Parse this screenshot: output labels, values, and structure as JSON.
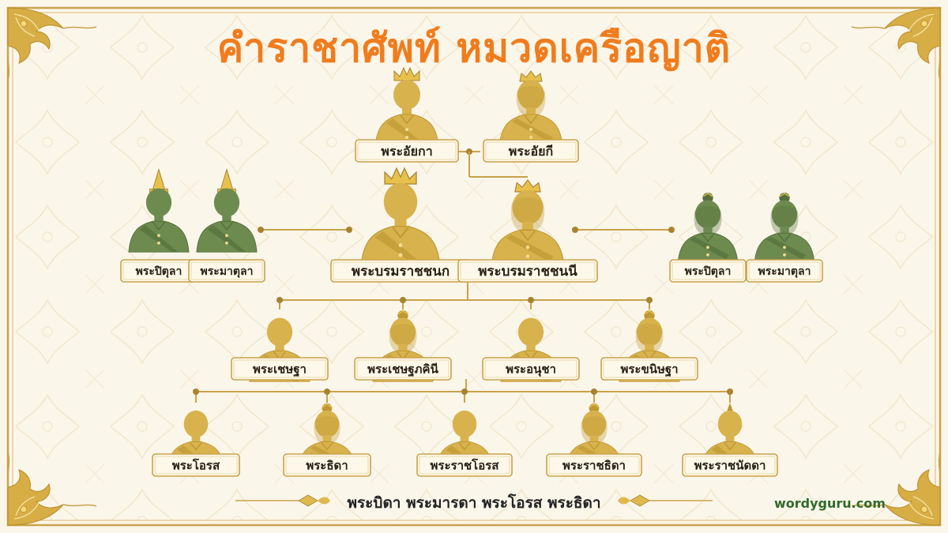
{
  "title": "คำราชาศัพท์ หมวดเครือญาติ",
  "footer": "พระบิดา พระมารดา พระโอรส พระธิดา",
  "brand": "wordyguru.com",
  "colors": {
    "title": "#f07c1d",
    "gold": "#c9a24a",
    "goldDark": "#a8832e",
    "gold_figure": "#d8b24c",
    "gold_figure_dark": "#bf9833",
    "green_figure": "#6d8b4f",
    "green_figure_dark": "#55703c",
    "label_bg": "#fdf8ea",
    "label_text": "#2a2016",
    "line": "#c9a24a"
  },
  "members": [
    {
      "id": "grandfather",
      "label": "พระอัยกา",
      "tone": "gold",
      "sex": "m",
      "crown": "crown"
    },
    {
      "id": "grandmother",
      "label": "พระอัยกี",
      "tone": "gold",
      "sex": "f",
      "crown": "tiara"
    },
    {
      "id": "uncle_left",
      "label": "พระปิตุลา",
      "tone": "green",
      "sex": "m",
      "crown": "spire"
    },
    {
      "id": "aunt_left",
      "label": "พระมาตุลา",
      "tone": "green",
      "sex": "m",
      "crown": "spire"
    },
    {
      "id": "father",
      "label": "พระบรมราชชนก",
      "tone": "gold",
      "sex": "m",
      "crown": "crown"
    },
    {
      "id": "mother",
      "label": "พระบรมราชชนนี",
      "tone": "gold",
      "sex": "f",
      "crown": "tiara"
    },
    {
      "id": "uncle_right",
      "label": "พระปิตุลา",
      "tone": "green",
      "sex": "f",
      "crown": "bun"
    },
    {
      "id": "aunt_right",
      "label": "พระมาตุลา",
      "tone": "green",
      "sex": "f",
      "crown": "bun"
    },
    {
      "id": "elder_brother",
      "label": "พระเชษฐา",
      "tone": "gold",
      "sex": "m",
      "crown": "none"
    },
    {
      "id": "elder_sister",
      "label": "พระเชษฐภคินี",
      "tone": "gold",
      "sex": "f",
      "crown": "bun"
    },
    {
      "id": "younger_brother",
      "label": "พระอนุชา",
      "tone": "gold",
      "sex": "m",
      "crown": "none"
    },
    {
      "id": "younger_sister",
      "label": "พระขนิษฐา",
      "tone": "gold",
      "sex": "f",
      "crown": "bun"
    },
    {
      "id": "son",
      "label": "พระโอรส",
      "tone": "gold",
      "sex": "m",
      "crown": "none"
    },
    {
      "id": "daughter",
      "label": "พระธิดา",
      "tone": "gold",
      "sex": "f",
      "crown": "bun"
    },
    {
      "id": "royal_son",
      "label": "พระราชโอรส",
      "tone": "gold",
      "sex": "m",
      "crown": "none"
    },
    {
      "id": "royal_daughter",
      "label": "พระราชธิดา",
      "tone": "gold",
      "sex": "f",
      "crown": "bun"
    },
    {
      "id": "royal_grandchild",
      "label": "พระราชนัดดา",
      "tone": "gold",
      "sex": "m",
      "crown": "topknot"
    }
  ]
}
